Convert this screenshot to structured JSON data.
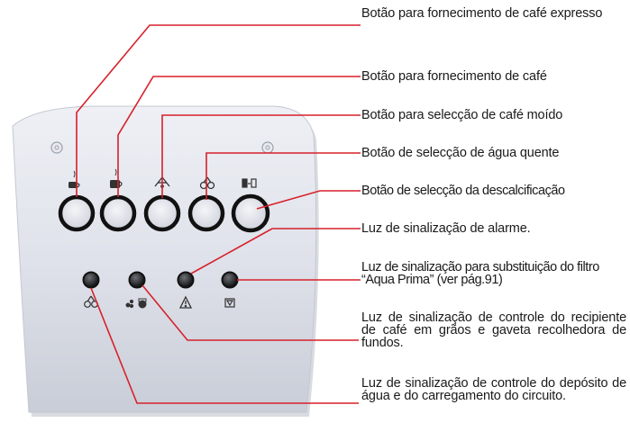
{
  "labels": {
    "espresso_button": "Botão para fornecimento de café expresso",
    "coffee_button": "Botão para fornecimento de café",
    "ground_coffee_button": "Botão para selecção de café moído",
    "hot_water_button": "Botão de selecção de água quente",
    "descaling_button": "Botão de selecção da descalcificação",
    "alarm_light": "Luz de sinalização de alarme.",
    "filter_light": "Luz de sinalização para substituição do filtro “Aqua Prima” (ver pág.91)",
    "bean_container_light": "Luz de sinalização de controle do recipiente de café em grãos e gaveta recolhedora de fundos.",
    "water_tank_light": "Luz de sinalização de controle do depósito de água e do carregamento do circuito."
  },
  "colors": {
    "leader_line": "#d7202a",
    "panel": "#dfe2ea",
    "button_ring": "#111111"
  },
  "icons": {
    "buttons": [
      "espresso-cup-icon",
      "coffee-cup-icon",
      "ground-coffee-icon",
      "hot-water-icon",
      "descaling-icon"
    ],
    "lights": [
      "water-tank-icon",
      "bean-container-icon",
      "alarm-triangle-icon",
      "filter-icon"
    ]
  }
}
